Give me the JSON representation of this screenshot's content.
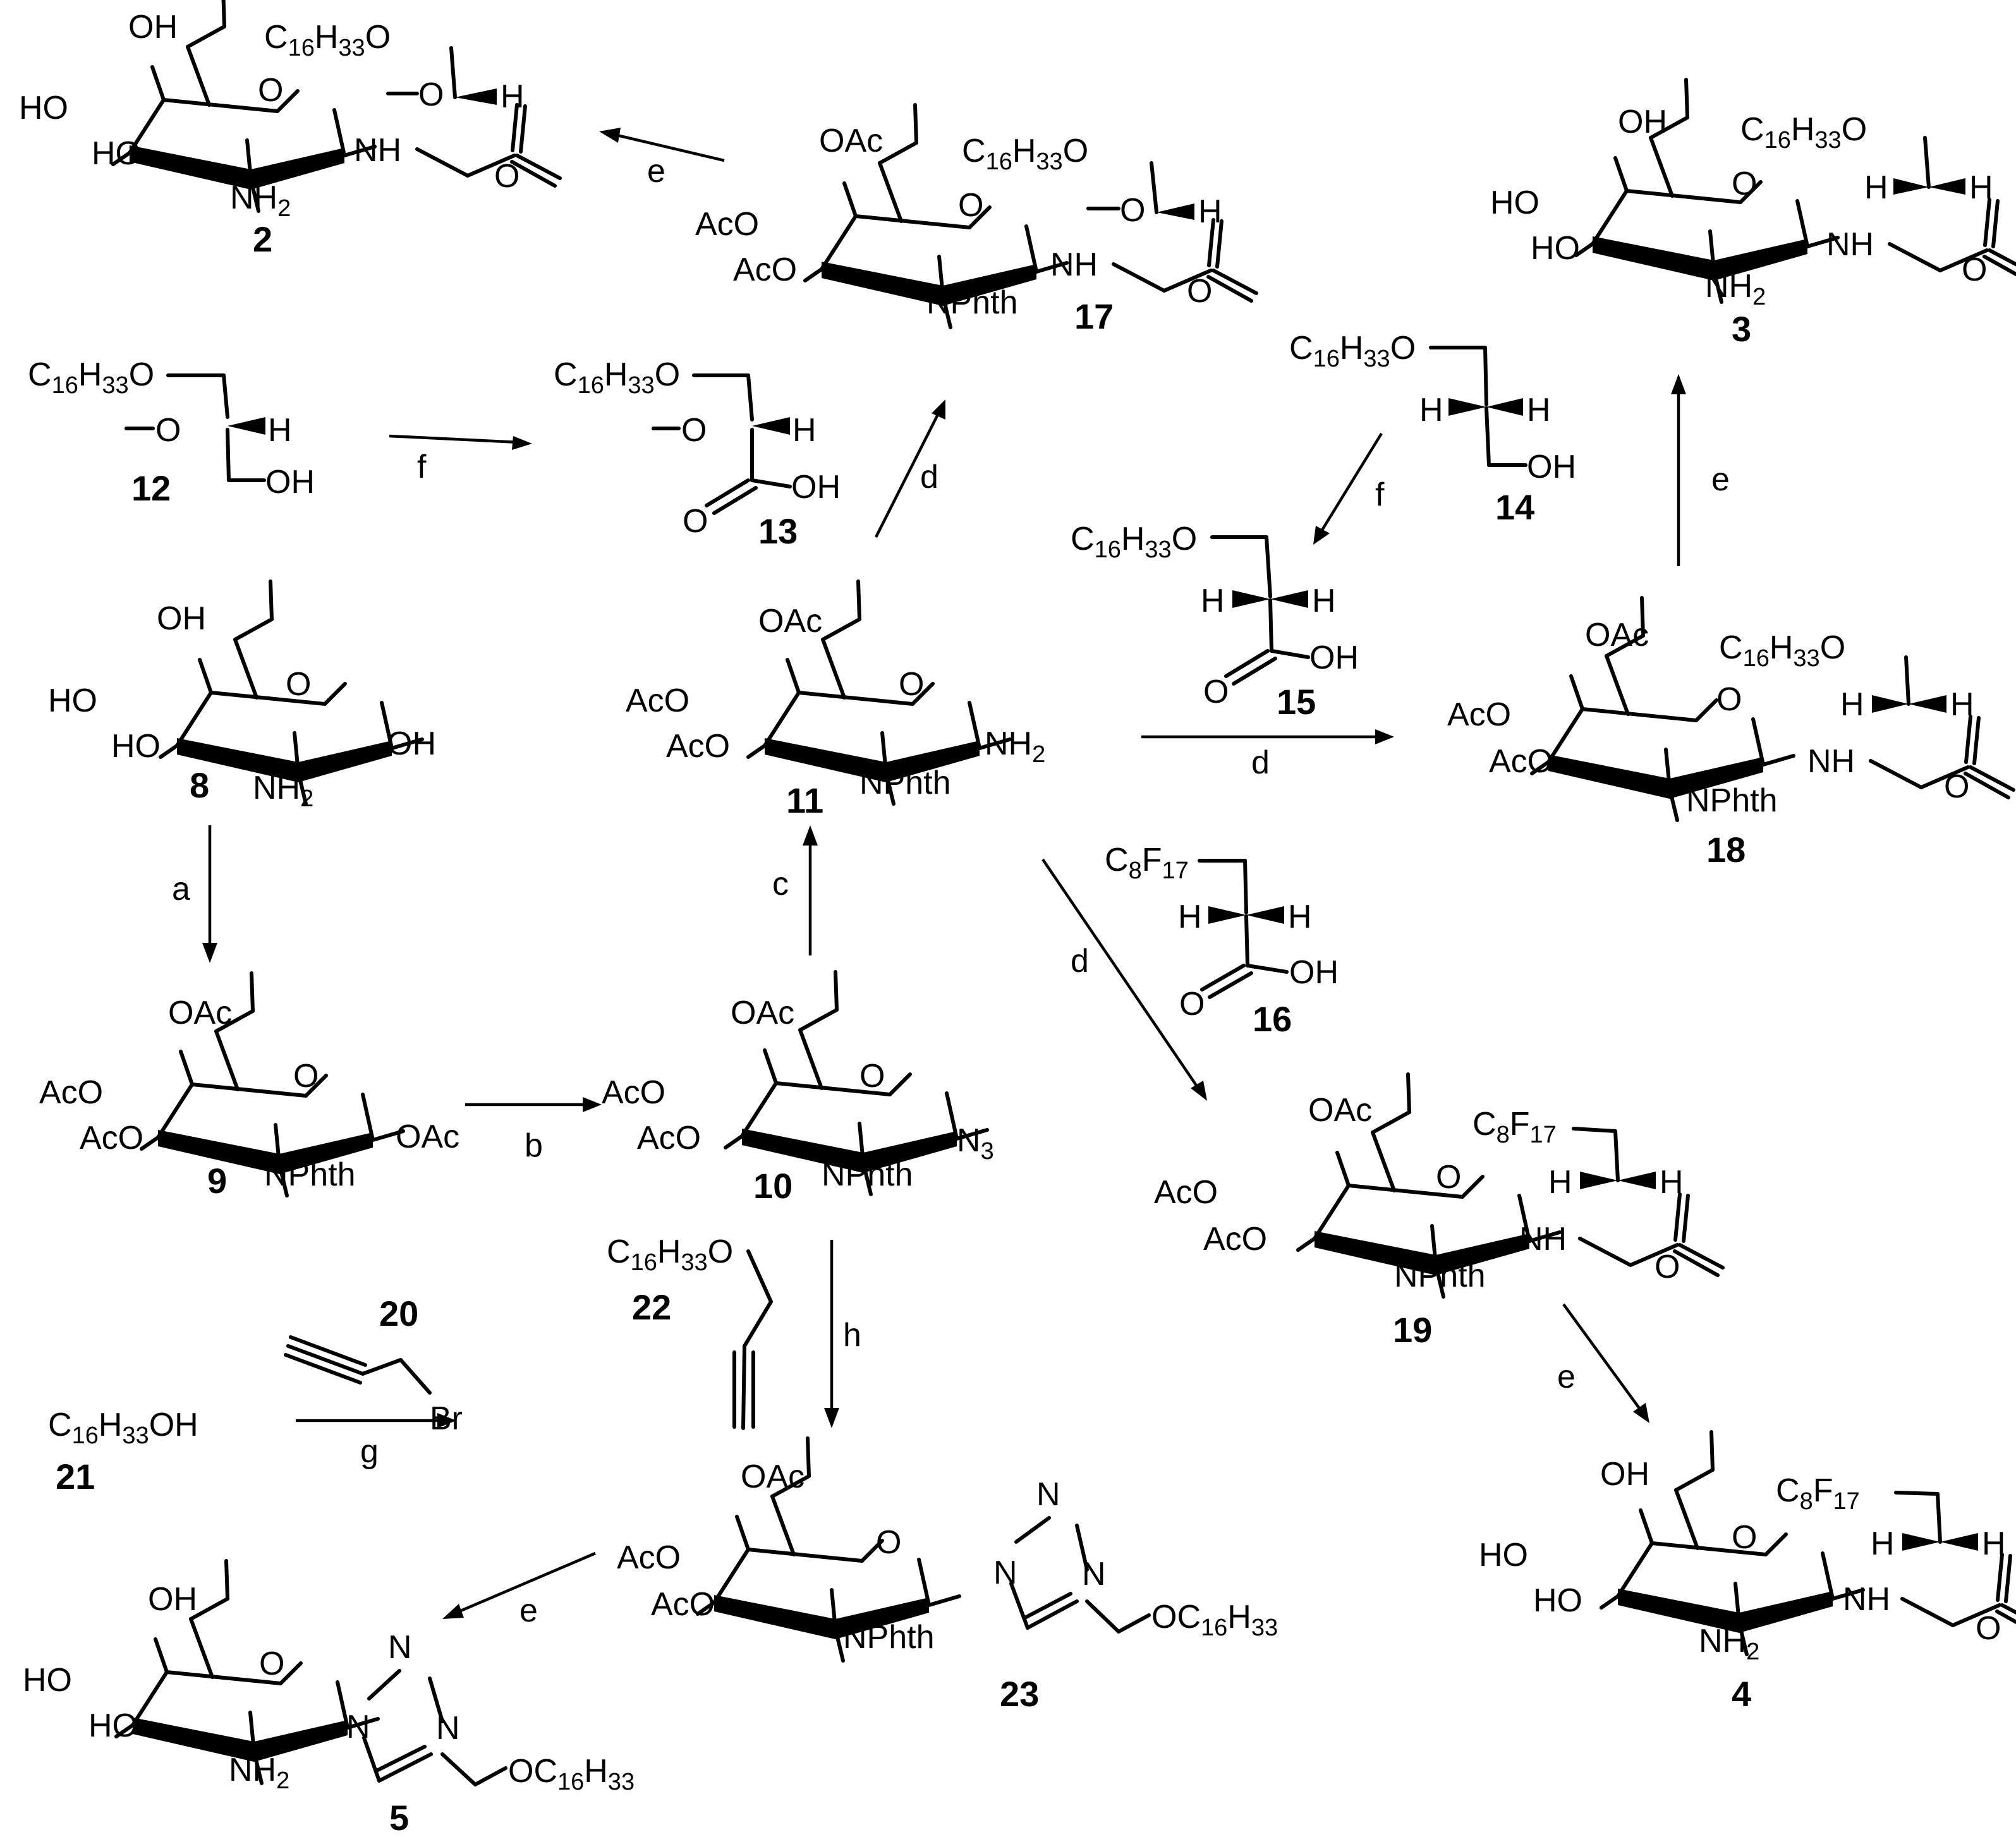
{
  "compounds": {
    "c2": {
      "number": "2",
      "chain": "C16H33O",
      "ome": "O",
      "h": "H",
      "oh6": "OH",
      "oh4": "HO",
      "oh3": "HO",
      "o_ring": "O",
      "sub2": "NH2",
      "link": "NH",
      "carbonyl": "O"
    },
    "c17": {
      "number": "17",
      "chain": "C16H33O",
      "ome": "O",
      "h": "H",
      "o6": "OAc",
      "o4": "AcO",
      "o3": "AcO",
      "o_ring": "O",
      "sub2": "NPhth",
      "link": "NH",
      "carbonyl": "O"
    },
    "c3": {
      "number": "3",
      "chain": "C16H33O",
      "h1": "H",
      "h2": "H",
      "oh6": "OH",
      "oh4": "HO",
      "oh3": "HO",
      "o_ring": "O",
      "sub2": "NH2",
      "link": "NH",
      "carbonyl": "O"
    },
    "c12": {
      "number": "12",
      "chain": "C16H33O",
      "ome": "O",
      "h": "H",
      "oh": "OH"
    },
    "c13": {
      "number": "13",
      "chain": "C16H33O",
      "ome": "O",
      "h": "H",
      "o": "O",
      "oh": "OH"
    },
    "c14": {
      "number": "14",
      "chain": "C16H33O",
      "h1": "H",
      "h2": "H",
      "oh": "OH"
    },
    "c15": {
      "number": "15",
      "chain": "C16H33O",
      "h1": "H",
      "h2": "H",
      "o": "O",
      "oh": "OH"
    },
    "c8": {
      "number": "8",
      "oh6": "OH",
      "oh4": "HO",
      "oh3": "HO",
      "o_ring": "O",
      "sub2": "NH2",
      "oh1": "OH"
    },
    "c11": {
      "number": "11",
      "o6": "OAc",
      "o4": "AcO",
      "o3": "AcO",
      "o_ring": "O",
      "sub2": "NPhth",
      "sub1": "NH2"
    },
    "c18": {
      "number": "18",
      "chain": "C16H33O",
      "h1": "H",
      "h2": "H",
      "o6": "OAc",
      "o4": "AcO",
      "o3": "AcO",
      "o_ring": "O",
      "sub2": "NPhth",
      "link": "NH",
      "carbonyl": "O"
    },
    "c16": {
      "number": "16",
      "chain": "C8F17",
      "h1": "H",
      "h2": "H",
      "o": "O",
      "oh": "OH"
    },
    "c9": {
      "number": "9",
      "o6": "OAc",
      "o4": "AcO",
      "o3": "AcO",
      "o_ring": "O",
      "sub2": "NPhth",
      "sub1": "OAc"
    },
    "c10": {
      "number": "10",
      "o6": "OAc",
      "o4": "AcO",
      "o3": "AcO",
      "o_ring": "O",
      "sub2": "NPhth",
      "sub1": "N3"
    },
    "c19": {
      "number": "19",
      "chain": "C8F17",
      "h1": "H",
      "h2": "H",
      "o6": "OAc",
      "o4": "AcO",
      "o3": "AcO",
      "o_ring": "O",
      "sub2": "NPhth",
      "link": "NH",
      "carbonyl": "O"
    },
    "c22": {
      "number": "22",
      "chain": "C16H33O"
    },
    "c20": {
      "number": "20",
      "br": "Br"
    },
    "c21": {
      "number": "21",
      "formula": "C16H33OH"
    },
    "c23": {
      "number": "23",
      "o6": "OAc",
      "o4": "AcO",
      "o3": "AcO",
      "o_ring": "O",
      "sub2": "NPhth",
      "n1": "N",
      "n2": "N",
      "n3": "N",
      "tail": "OC16H33"
    },
    "c5": {
      "number": "5",
      "oh6": "OH",
      "oh4": "HO",
      "oh3": "HO",
      "o_ring": "O",
      "sub2": "NH2",
      "n1": "N",
      "n2": "N",
      "n3": "N",
      "tail": "OC16H33"
    },
    "c4": {
      "number": "4",
      "chain": "C8F17",
      "h1": "H",
      "h2": "H",
      "oh6": "OH",
      "oh4": "HO",
      "oh3": "HO",
      "o_ring": "O",
      "sub2": "NH2",
      "link": "NH",
      "carbonyl": "O"
    }
  },
  "reagents": {
    "a": "a",
    "b": "b",
    "c": "c",
    "d1": "d",
    "d2": "d",
    "d3": "d",
    "e1": "e",
    "e2": "e",
    "e3": "e",
    "e4": "e",
    "f1": "f",
    "f2": "f",
    "g": "g",
    "h": "h"
  }
}
